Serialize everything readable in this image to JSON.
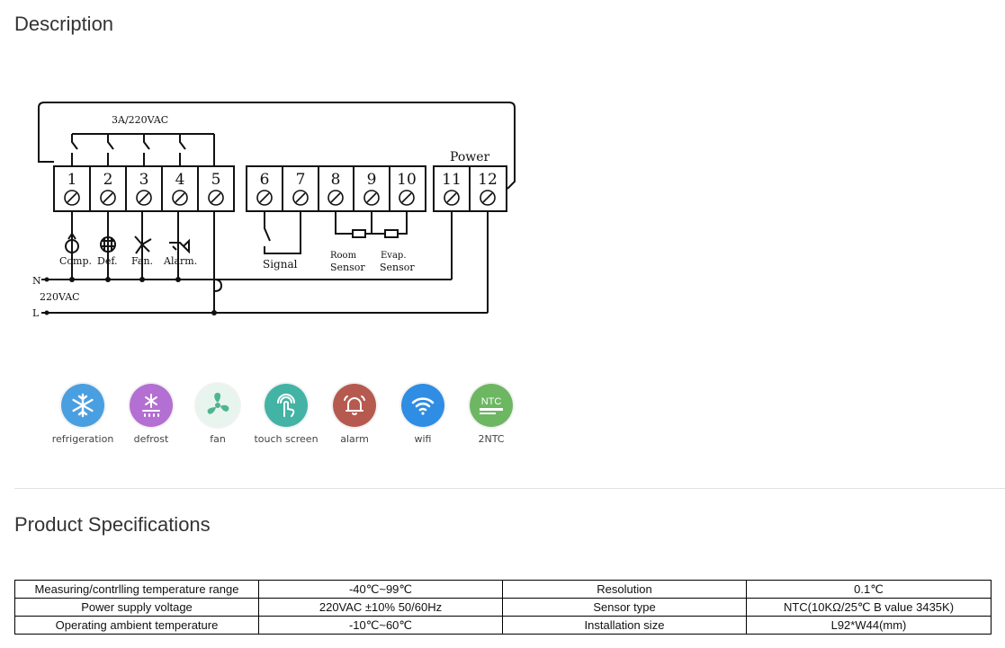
{
  "sections": {
    "description_title": "Description",
    "specs_title": "Product Specifications"
  },
  "diagram": {
    "rating_label": "3A/220VAC",
    "power_label": "Power",
    "terminals": [
      "1",
      "2",
      "3",
      "4",
      "5",
      "6",
      "7",
      "8",
      "9",
      "10",
      "11",
      "12"
    ],
    "loads": [
      "Comp.",
      "Def.",
      "Fan.",
      "Alarm."
    ],
    "signal_label": "Signal",
    "room_sensor": [
      "Room",
      "Sensor"
    ],
    "evap_sensor": [
      "Evap.",
      "Sensor"
    ],
    "supply": {
      "n": "N",
      "l": "L",
      "voltage": "220VAC"
    }
  },
  "features": [
    {
      "label": "refrigeration",
      "icon": "snowflake-icon",
      "color": "#4a9fe0"
    },
    {
      "label": "defrost",
      "icon": "defrost-icon",
      "color": "#b36fd1"
    },
    {
      "label": "fan",
      "icon": "fan-icon",
      "color": "#4fb58d"
    },
    {
      "label": "touch screen",
      "icon": "touch-icon",
      "color": "#43b3a5"
    },
    {
      "label": "alarm",
      "icon": "bell-icon",
      "color": "#b65a4f"
    },
    {
      "label": "wifi",
      "icon": "wifi-icon",
      "color": "#2f8de3"
    },
    {
      "label": "2NTC",
      "icon": "ntc-icon",
      "color": "#6db763"
    }
  ],
  "specs": {
    "rows": [
      [
        "Measuring/contrlling temperature range",
        "-40℃~99℃",
        "Resolution",
        "0.1℃"
      ],
      [
        "Power supply voltage",
        "220VAC ±10% 50/60Hz",
        "Sensor type",
        "NTC(10KΩ/25℃ B value 3435K)"
      ],
      [
        "Operating ambient temperature",
        "-10℃~60℃",
        "Installation size",
        "L92*W44(mm)"
      ]
    ]
  }
}
